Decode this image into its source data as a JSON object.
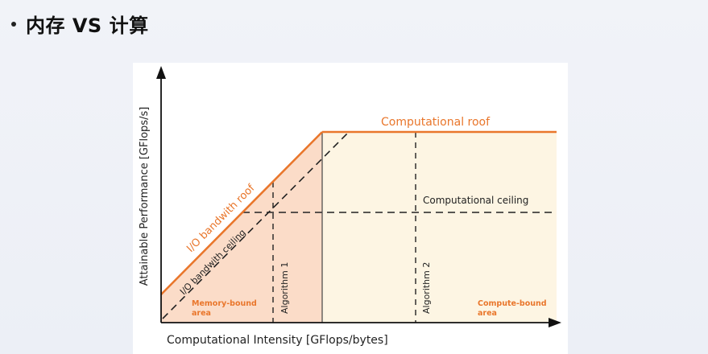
{
  "slide": {
    "title": "内存 VS 计算"
  },
  "chart_data": {
    "type": "line",
    "title": "",
    "xlabel": "Computational Intensity [GFlops/bytes]",
    "ylabel": "Attainable Performance [GFlops/s]",
    "series": [
      {
        "name": "I/O bandwith roof",
        "style": "solid",
        "color": "#e9762b"
      },
      {
        "name": "Computational roof",
        "style": "solid",
        "color": "#e9762b"
      },
      {
        "name": "I/O bandwith ceiling",
        "style": "dashed",
        "color": "#222222"
      },
      {
        "name": "Computational ceiling",
        "style": "dashed",
        "color": "#222222"
      }
    ],
    "vertical_markers": [
      "Algorithm 1",
      "Algorithm 2"
    ],
    "regions": [
      {
        "label": "Memory-bound\narea",
        "color": "#fbdcc8"
      },
      {
        "label": "Compute-bound\narea",
        "color": "#fdf5e3"
      }
    ],
    "annotations": {
      "memory_region": [
        "Memory-bound",
        "area"
      ],
      "compute_region": [
        "Compute-bound",
        "area"
      ]
    }
  }
}
